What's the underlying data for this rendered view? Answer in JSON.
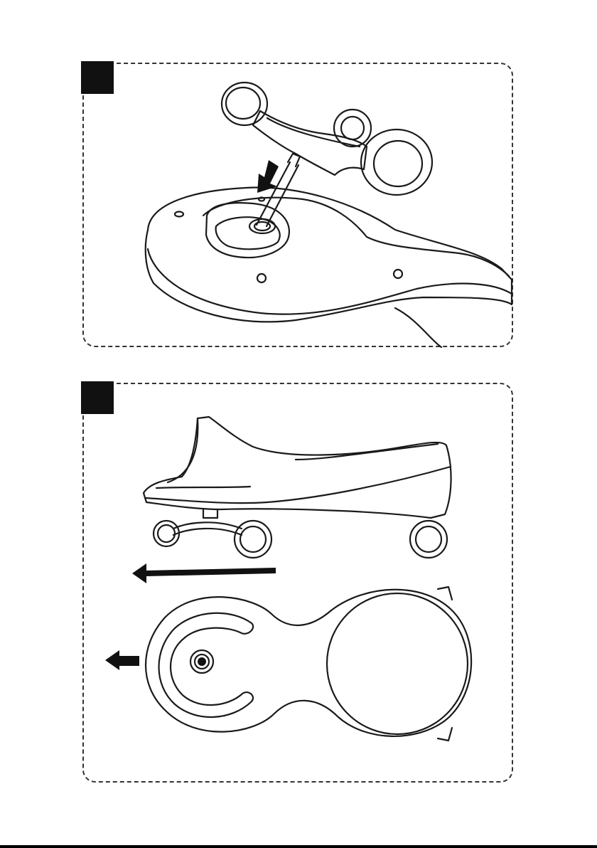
{
  "page": {
    "line_color": "#1a1a1a",
    "badge_color": "#111111"
  },
  "panels": [
    {
      "step_icon": "black-square-badge",
      "illustration": "steering-column-insert-into-body",
      "arrow_icon": "arrow-down-left-icon"
    },
    {
      "step_icon": "black-square-badge",
      "illustration": "car-side-and-top-view",
      "arrow_icons": [
        "arrow-left-long-icon",
        "arrow-left-short-icon"
      ]
    }
  ]
}
